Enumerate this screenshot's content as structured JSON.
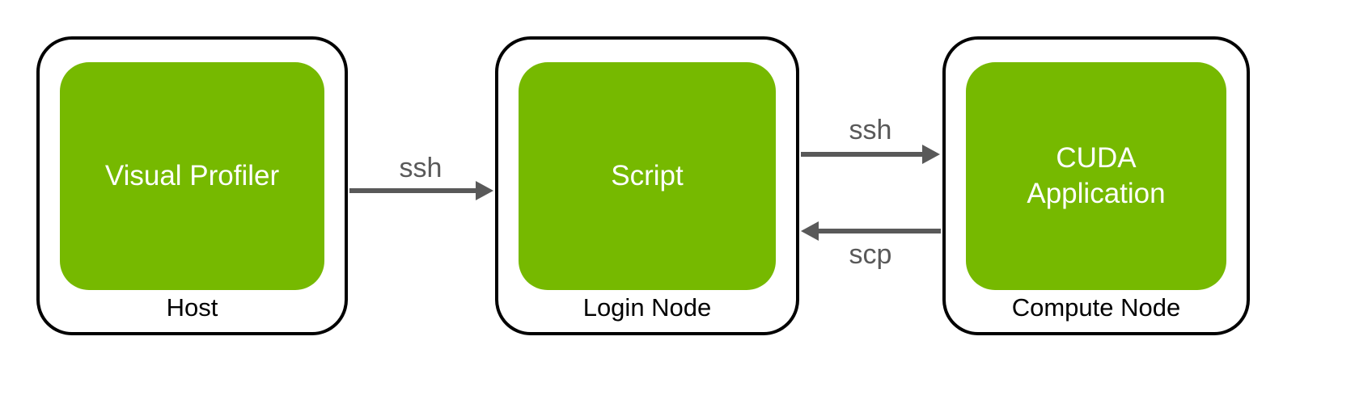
{
  "diagram": {
    "nodes": [
      {
        "id": "host",
        "label": "Host",
        "inner_label": "Visual Profiler"
      },
      {
        "id": "login-node",
        "label": "Login Node",
        "inner_label": "Script"
      },
      {
        "id": "compute-node",
        "label": "Compute Node",
        "inner_label": "CUDA Application"
      }
    ],
    "arrows": [
      {
        "id": "host-to-login",
        "label": "ssh",
        "direction": "right"
      },
      {
        "id": "login-to-compute",
        "label": "ssh",
        "direction": "right"
      },
      {
        "id": "compute-to-login",
        "label": "scp",
        "direction": "left"
      }
    ],
    "colors": {
      "node_fill": "#76b900",
      "node_text": "#ffffff",
      "outer_border": "#000000",
      "arrow": "#595959",
      "background": "#ffffff"
    }
  }
}
